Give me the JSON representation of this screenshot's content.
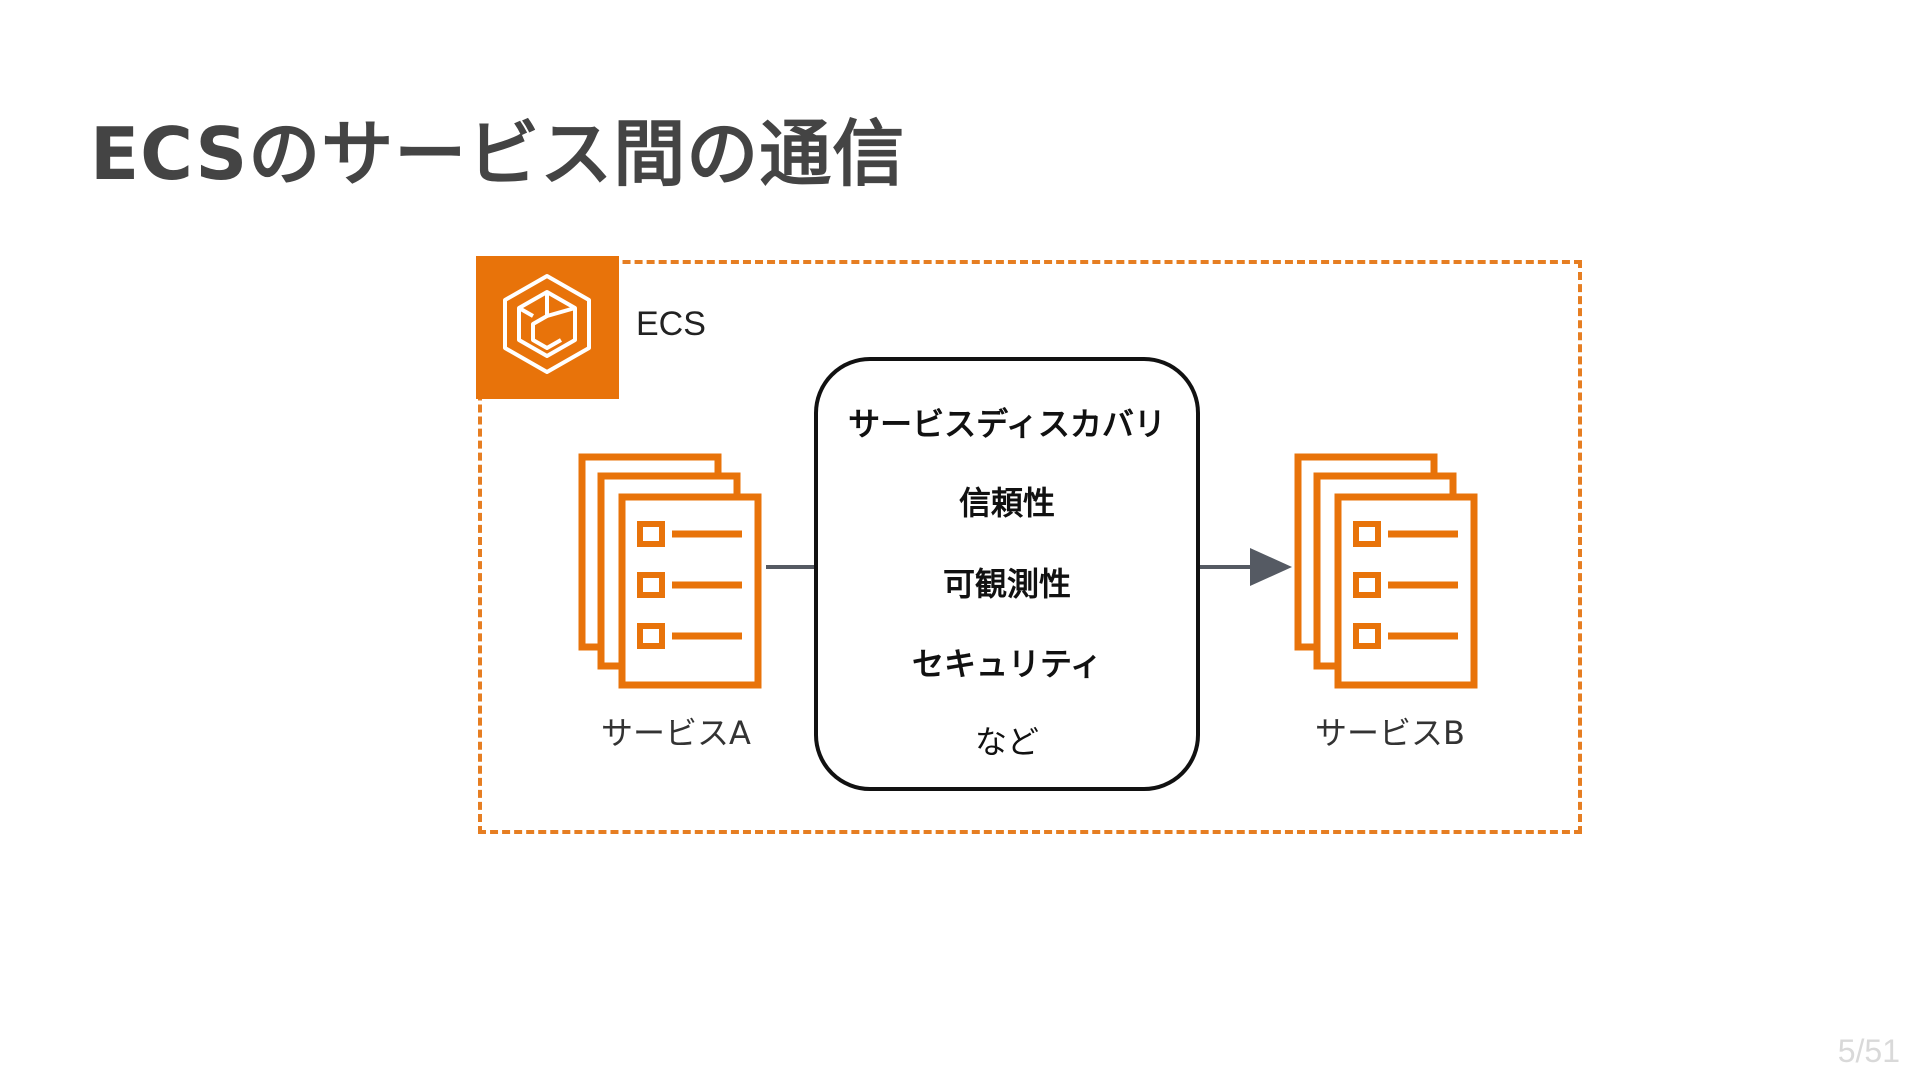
{
  "slide": {
    "title": "ECSのサービス間の通信",
    "page_number": "5/51"
  },
  "diagram": {
    "group": {
      "label": "ECS",
      "icon": "ecs-icon",
      "border_color": "#e67e22",
      "badge_color": "#e8730a"
    },
    "service_a": {
      "label": "サービスA",
      "icon": "service-document-list-icon",
      "color": "#e8730a"
    },
    "service_b": {
      "label": "サービスB",
      "icon": "service-document-list-icon",
      "color": "#e8730a"
    },
    "mesh_box": {
      "items": [
        "サービスディスカバリ",
        "信頼性",
        "可観測性",
        "セキュリティ",
        "など"
      ]
    },
    "arrow_color": "#555a63"
  }
}
